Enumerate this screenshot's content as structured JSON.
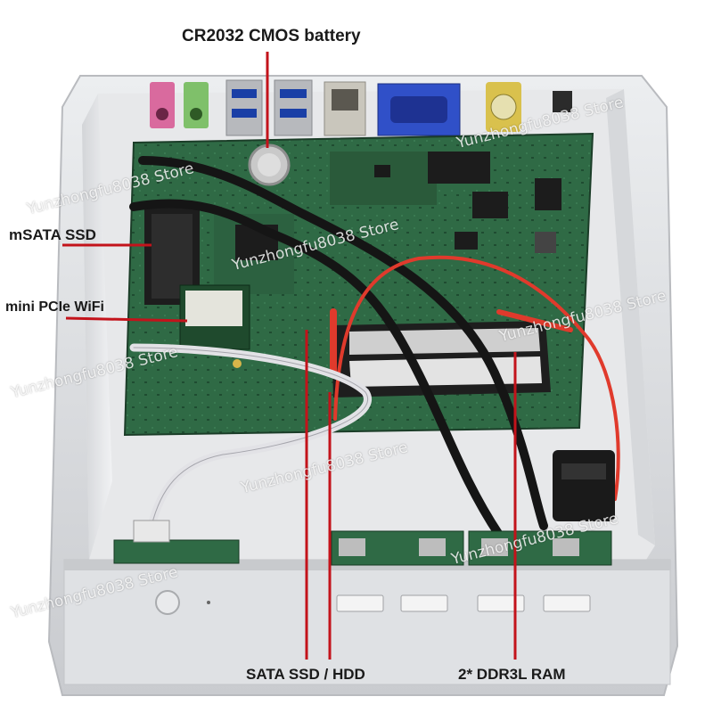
{
  "callouts": {
    "battery": "CR2032 CMOS battery",
    "msata": "mSATA SSD",
    "wifi": "mini PCIe WiFi",
    "sata": "SATA SSD / HDD",
    "ram": "2* DDR3L RAM"
  },
  "watermark": "Yunzhongfu8038 Store",
  "colors": {
    "pcb": "#2f6a45",
    "case": "#dcdde0",
    "callout_line": "#c3131b",
    "sata_cable": "#e03a2c",
    "usb_blue": "#1a3fa6"
  }
}
